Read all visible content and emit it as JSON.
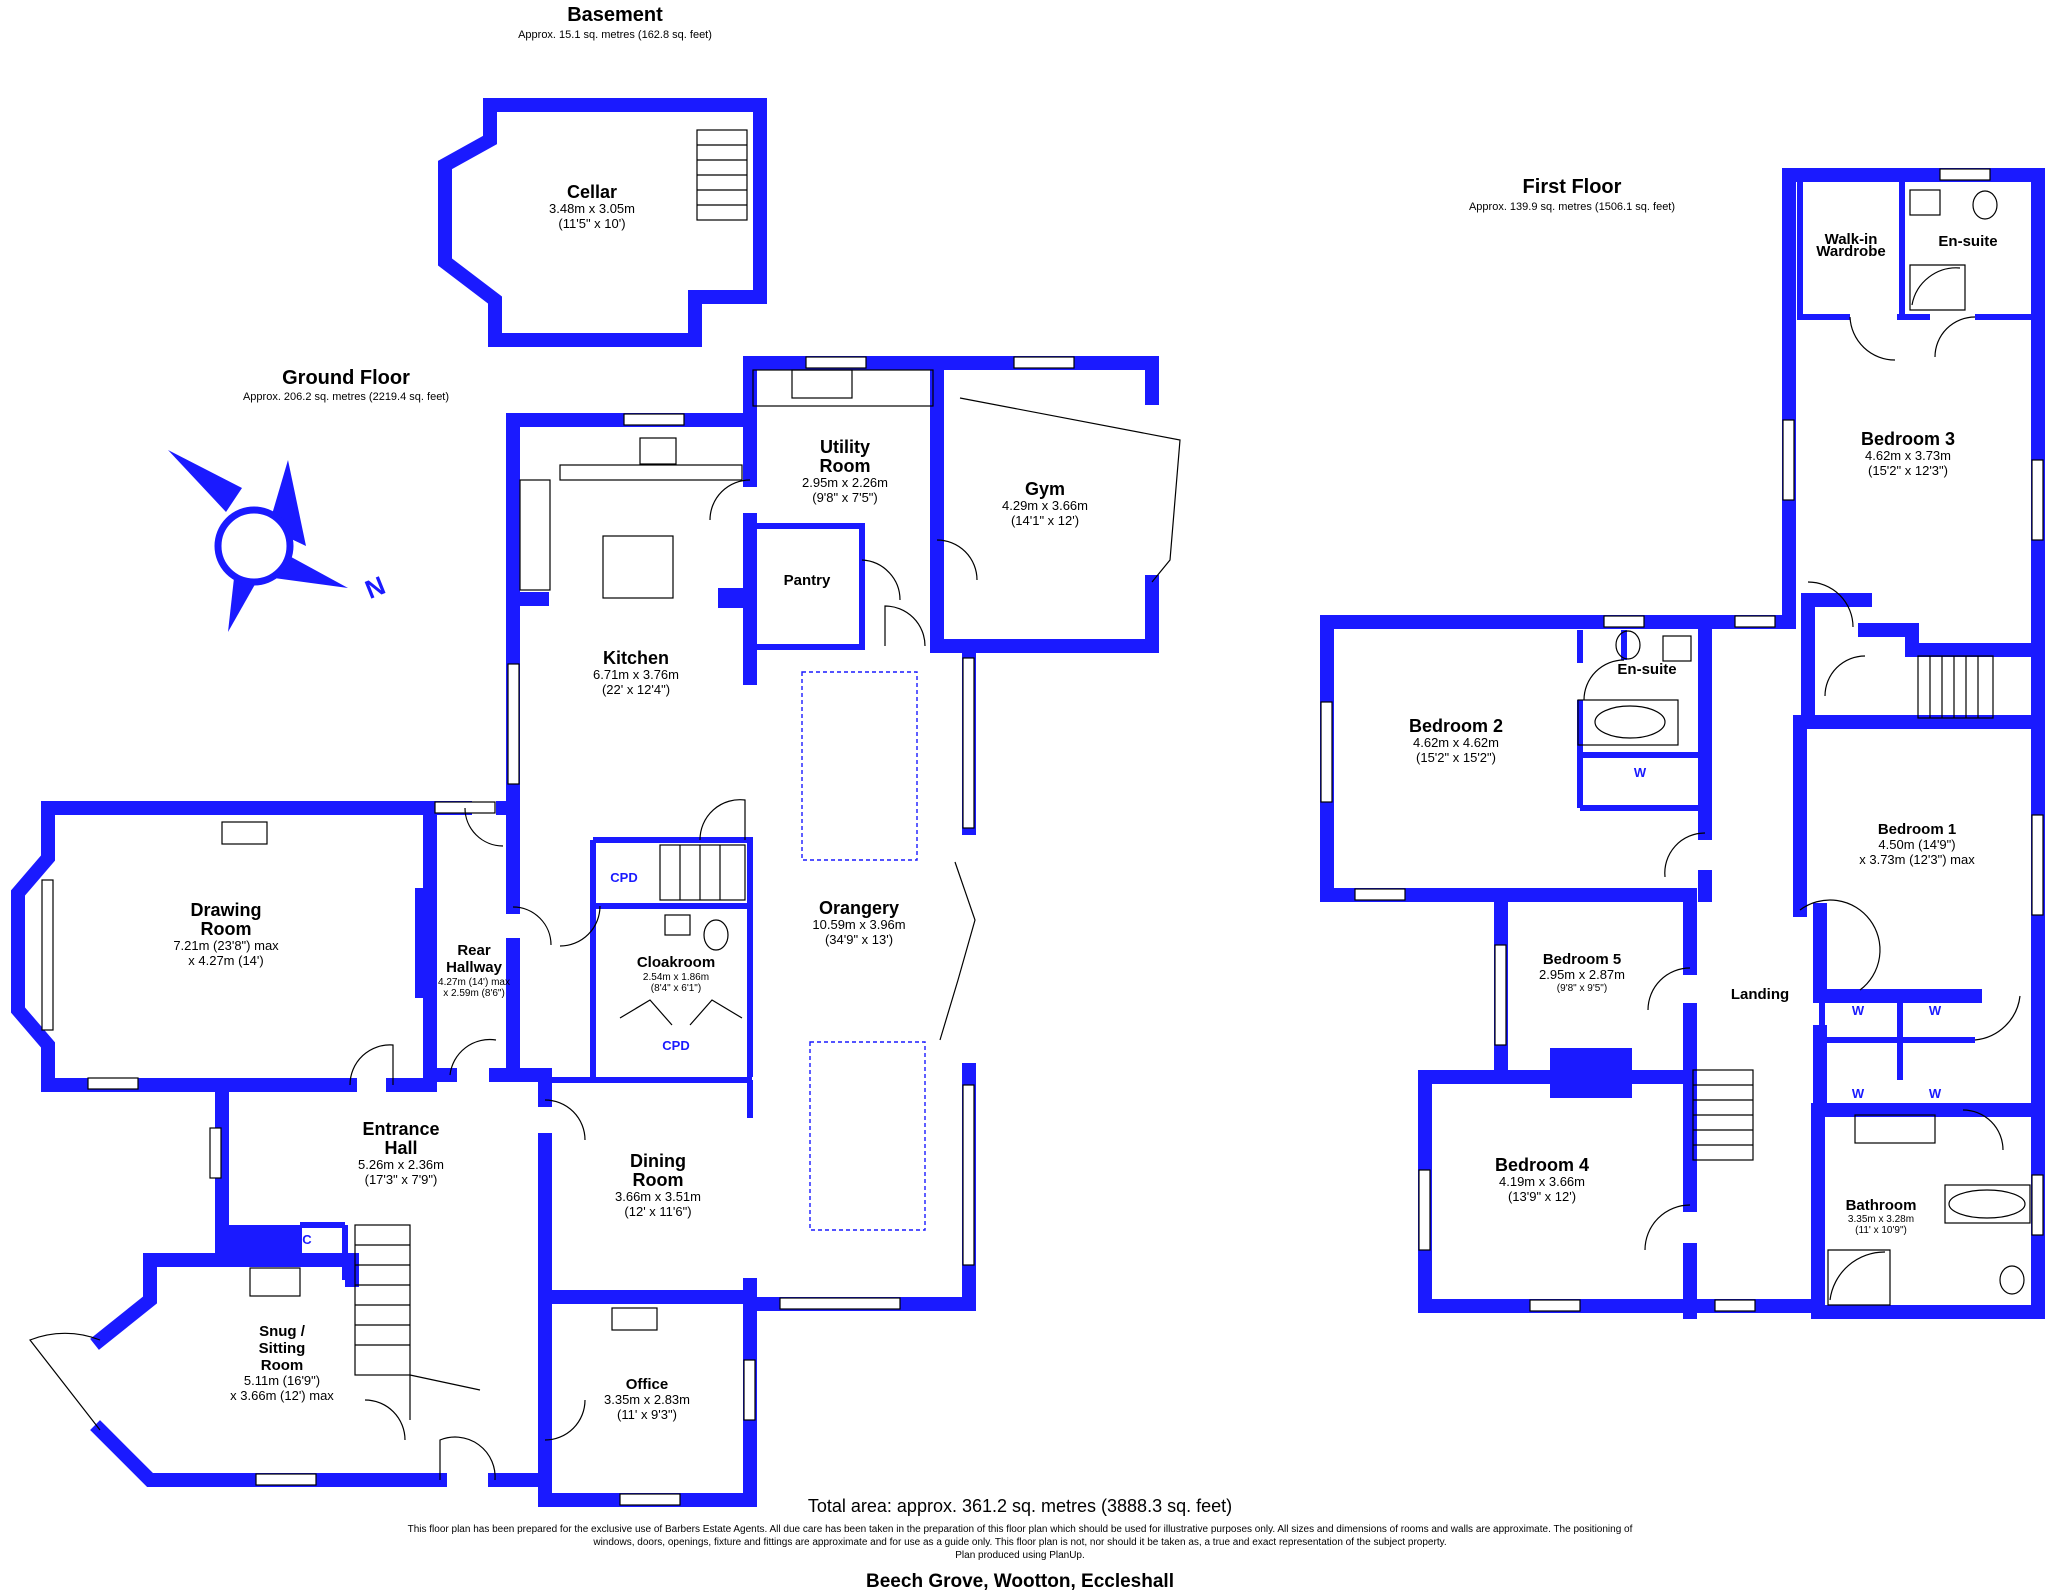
{
  "floors": {
    "basement": {
      "title": "Basement",
      "area": "Approx. 15.1 sq. metres (162.8 sq. feet)"
    },
    "ground": {
      "title": "Ground Floor",
      "area": "Approx. 206.2 sq. metres (2219.4 sq. feet)"
    },
    "first": {
      "title": "First Floor",
      "area": "Approx. 139.9 sq. metres (1506.1 sq. feet)"
    }
  },
  "rooms": {
    "cellar": {
      "name": "Cellar",
      "dim1": "3.48m x 3.05m",
      "dim2": "(11'5\" x 10')"
    },
    "utility": {
      "name1": "Utility",
      "name2": "Room",
      "dim1": "2.95m x 2.26m",
      "dim2": "(9'8\" x 7'5\")"
    },
    "gym": {
      "name": "Gym",
      "dim1": "4.29m x 3.66m",
      "dim2": "(14'1\" x 12')"
    },
    "pantry": {
      "name": "Pantry"
    },
    "kitchen": {
      "name": "Kitchen",
      "dim1": "6.71m x 3.76m",
      "dim2": "(22' x 12'4\")"
    },
    "drawing": {
      "name1": "Drawing",
      "name2": "Room",
      "dim1": "7.21m (23'8\") max",
      "dim2": "x 4.27m (14')"
    },
    "rear_hallway": {
      "name1": "Rear",
      "name2": "Hallway",
      "dim1": "4.27m (14') max",
      "dim2": "x 2.59m (8'6\")"
    },
    "cloakroom": {
      "name": "Cloakroom",
      "dim1": "2.54m x 1.86m",
      "dim2": "(8'4\" x 6'1\")"
    },
    "orangery": {
      "name": "Orangery",
      "dim1": "10.59m x 3.96m",
      "dim2": "(34'9\" x 13')"
    },
    "entrance": {
      "name1": "Entrance",
      "name2": "Hall",
      "dim1": "5.26m x 2.36m",
      "dim2": "(17'3\" x 7'9\")"
    },
    "dining": {
      "name1": "Dining",
      "name2": "Room",
      "dim1": "3.66m x 3.51m",
      "dim2": "(12' x 11'6\")"
    },
    "snug": {
      "name1": "Snug /",
      "name2": "Sitting",
      "name3": "Room",
      "dim1": "5.11m (16'9\")",
      "dim2": "x 3.66m (12') max"
    },
    "office": {
      "name": "Office",
      "dim1": "3.35m x 2.83m",
      "dim2": "(11' x 9'3\")"
    },
    "walkin": {
      "name1": "Walk-in",
      "name2": "Wardrobe"
    },
    "ensuite1": {
      "name": "En-suite"
    },
    "bedroom3": {
      "name": "Bedroom 3",
      "dim1": "4.62m x 3.73m",
      "dim2": "(15'2\" x 12'3\")"
    },
    "bedroom2": {
      "name": "Bedroom 2",
      "dim1": "4.62m x 4.62m",
      "dim2": "(15'2\" x 15'2\")"
    },
    "ensuite2": {
      "name": "En-suite"
    },
    "bedroom1": {
      "name": "Bedroom 1",
      "dim1": "4.50m (14'9\")",
      "dim2": "x 3.73m (12'3\") max"
    },
    "bedroom5": {
      "name": "Bedroom 5",
      "dim1": "2.95m x 2.87m",
      "dim2": "(9'8\" x 9'5\")"
    },
    "landing": {
      "name": "Landing"
    },
    "bedroom4": {
      "name": "Bedroom 4",
      "dim1": "4.19m x 3.66m",
      "dim2": "(13'9\" x 12')"
    },
    "bathroom": {
      "name": "Bathroom",
      "dim1": "3.35m x 3.28m",
      "dim2": "(11' x 10'9\")"
    }
  },
  "labels": {
    "cpd": "CPD",
    "cupboard": "C",
    "wardrobe": "W",
    "compass": "N"
  },
  "footer": {
    "total": "Total area: approx. 361.2 sq. metres (3888.3 sq. feet)",
    "disclaimer1": "This floor plan has been prepared for the exclusive use of Barbers Estate Agents. All due care has been taken in the preparation of this floor plan which should be used for illustrative purposes only. All sizes and dimensions of rooms and walls are approximate. The positioning of",
    "disclaimer2": "windows, doors, openings, fixture and fittings are approximate and for use as a guide only. This floor plan is not, nor should it be taken as, a true and exact representation of the subject property.",
    "disclaimer3": "Plan produced using PlanUp.",
    "address": "Beech Grove, Wootton, Eccleshall"
  },
  "colors": {
    "wall": "#1a1aff",
    "background": "#ffffff"
  }
}
